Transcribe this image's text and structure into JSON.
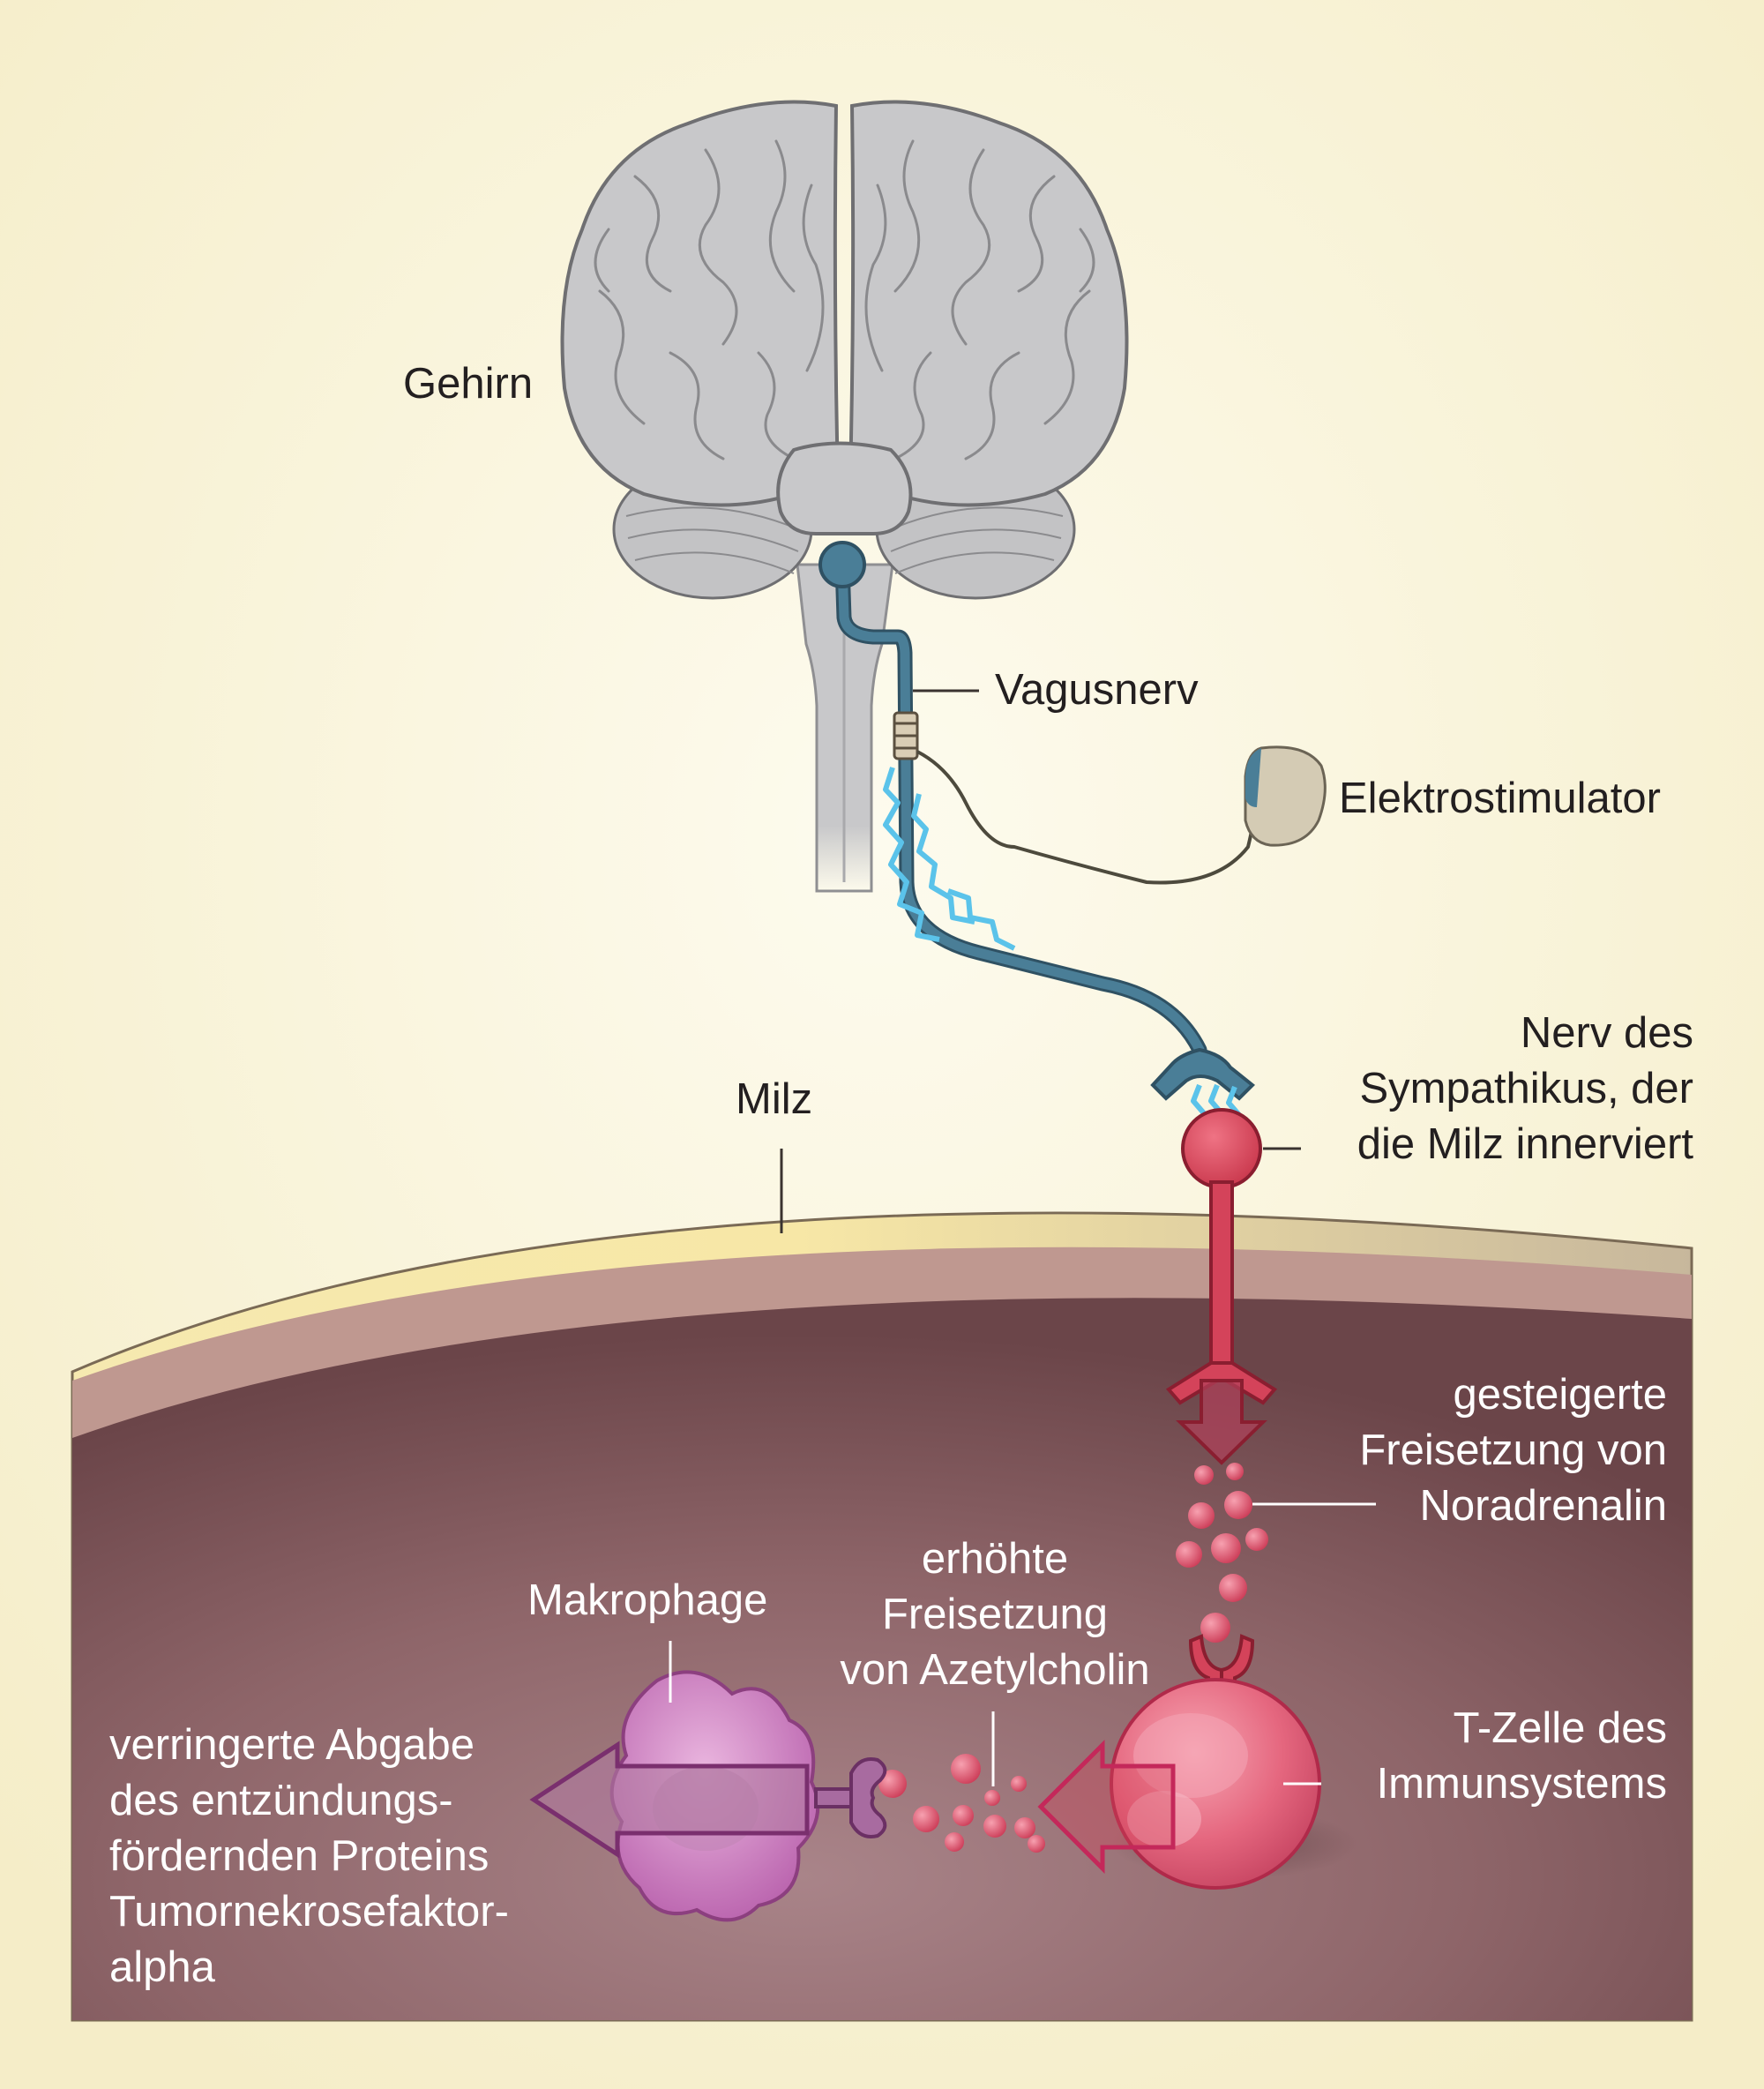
{
  "labels": {
    "gehirn": "Gehirn",
    "vagusnerv": "Vagusnerv",
    "elektrostimulator": "Elektrostimulator",
    "sympathikus": "Nerv des\nSympathikus, der\ndie Milz innerviert",
    "milz": "Milz",
    "noradrenalin": "gesteigerte\nFreisetzung von\nNoradrenalin",
    "azetylcholin": "erhöhte\nFreisetzung\nvon Azetylcholin",
    "makrophage": "Makrophage",
    "t_zelle": "T-Zelle des\nImmunsystems",
    "tnf": "verringerte Abgabe\ndes entzündungs-\nfördernden Proteins\nTumornekrosefaktor-\nalpha"
  },
  "colors": {
    "background": "#faf5dc",
    "brain": "#c8c8ca",
    "vagus_nerve": "#3d6a80",
    "sympathetic_nerve": "#d4435a",
    "spleen": "#8a5a5e",
    "macrophage": "#cf82c4",
    "t_cell": "#e5677f",
    "signal": "#5bc3ea"
  }
}
